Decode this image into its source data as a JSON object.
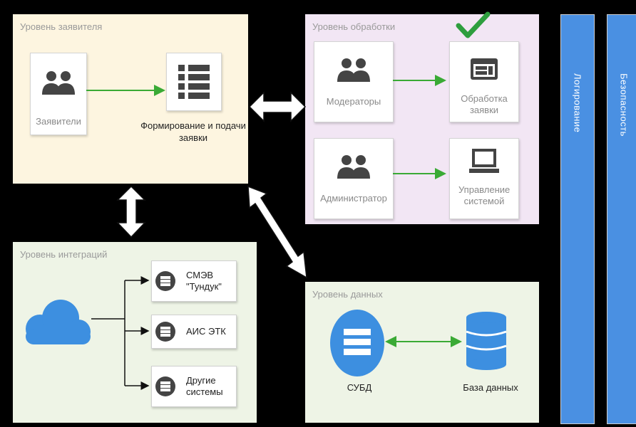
{
  "zones": {
    "applicant": {
      "title": "Уровень заявителя",
      "bg": "#fdf5e0"
    },
    "processing": {
      "title": "Уровень обработки",
      "bg": "#f2e6f4"
    },
    "integration": {
      "title": "Уровень интеграций",
      "bg": "#eef4e6"
    },
    "data": {
      "title": "Уровень данных",
      "bg": "#eef4e6"
    }
  },
  "applicant": {
    "applicants_label": "Заявители",
    "form_label": "Формирование и подачи заявки"
  },
  "processing": {
    "moderators_label": "Модераторы",
    "request_processing_label": "Обработка заявки",
    "administrator_label": "Администратор",
    "system_management_label": "Управление системой"
  },
  "integration": {
    "systems": [
      {
        "label": "СМЭВ \"Тундук\""
      },
      {
        "label": "АИС ЭТК"
      },
      {
        "label": "Другие системы"
      }
    ]
  },
  "data": {
    "dbms_label": "СУБД",
    "database_label": "База данных"
  },
  "side_bars": {
    "logging": "Логирование",
    "security": "Безопасность"
  },
  "colors": {
    "bar_blue": "#4a90e2",
    "arrow_green": "#3aaa35",
    "icon_gray": "#444444",
    "cloud_blue": "#3d8fe0",
    "check_green": "#2e9e3e"
  }
}
